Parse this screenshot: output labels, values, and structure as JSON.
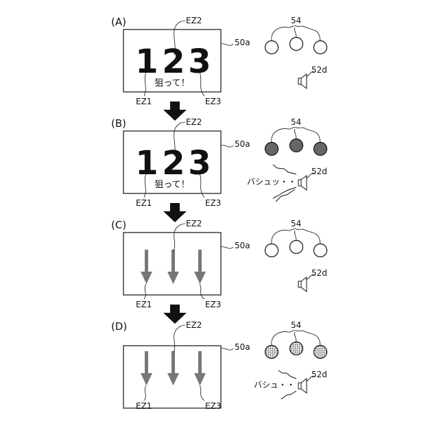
{
  "labels": {
    "display": "50a",
    "zone1": "EZ1",
    "zone2": "EZ2",
    "zone3": "EZ3",
    "lamps": "54",
    "speaker": "52d"
  },
  "panels": [
    {
      "step": "(A)",
      "mode": "digits",
      "digits": [
        "1",
        "2",
        "3"
      ],
      "message": "狙って！",
      "lamp_state": "off",
      "sound_text": ""
    },
    {
      "step": "(B)",
      "mode": "digits",
      "digits": [
        "1",
        "2",
        "3"
      ],
      "message": "狙って！",
      "lamp_state": "dark",
      "sound_text": "バシュッ・・・"
    },
    {
      "step": "(C)",
      "mode": "arrows",
      "digits": [],
      "message": "",
      "lamp_state": "off",
      "sound_text": ""
    },
    {
      "step": "(D)",
      "mode": "arrows",
      "digits": [],
      "message": "",
      "lamp_state": "dotted",
      "sound_text": "バシュ・・・"
    }
  ],
  "colors": {
    "line": "#111111",
    "arrow": "#777777",
    "lamp_dark": "#666666",
    "lamp_dotted": "#bdbdbd"
  }
}
